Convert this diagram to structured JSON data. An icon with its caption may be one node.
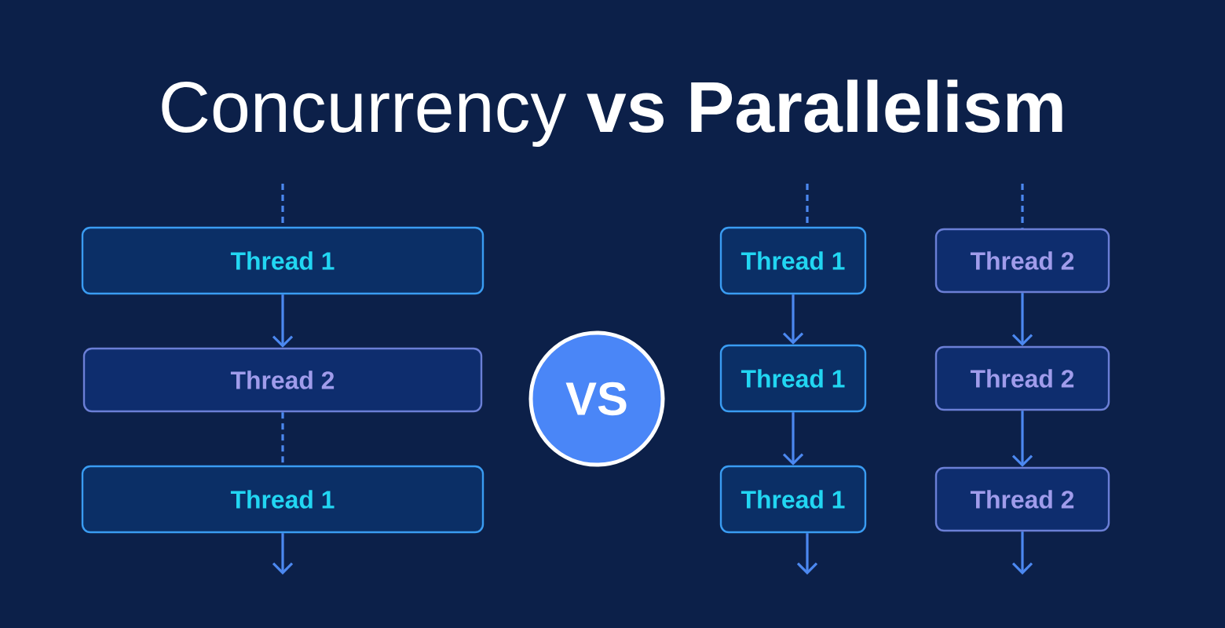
{
  "diagram": {
    "title": "Concurrency **vs Parallelism**",
    "nodes": [
      {
        "text": [
          "Thread 1"
        ]
      },
      {
        "text": [
          "Thread 2"
        ]
      },
      {
        "text": [
          "Thread 1"
        ]
      },
      {
        "text": [
          "VS"
        ]
      },
      {
        "text": [
          "Thread 1"
        ]
      },
      {
        "text": [
          "Thread 2"
        ]
      },
      {
        "text": [
          "Thread 1"
        ]
      },
      {
        "text": [
          "Thread 2"
        ]
      },
      {
        "text": [
          "Thread 1"
        ]
      },
      {
        "text": [
          "Thread 2"
        ]
      }
    ],
    "edges": [
      {
        "from": null,
        "to": 0,
        "arrow": "none",
        "style": "dashed"
      },
      {
        "from": 0,
        "to": 1,
        "arrow": "to"
      },
      {
        "from": 1,
        "to": 2,
        "arrow": "none",
        "style": "dashed"
      },
      {
        "from": 2,
        "to": null,
        "arrow": "to"
      },
      {
        "from": null,
        "to": 4,
        "arrow": "none",
        "style": "dashed"
      },
      {
        "from": null,
        "to": 5,
        "arrow": "none",
        "style": "dashed"
      },
      {
        "from": 4,
        "to": 6,
        "arrow": "to"
      },
      {
        "from": 6,
        "to": 8,
        "arrow": "to"
      },
      {
        "from": 8,
        "to": null,
        "arrow": "to"
      },
      {
        "from": 5,
        "to": 7,
        "arrow": "to"
      },
      {
        "from": 7,
        "to": 9,
        "arrow": "to"
      },
      {
        "from": 9,
        "to": null,
        "arrow": "to"
      }
    ]
  }
}
